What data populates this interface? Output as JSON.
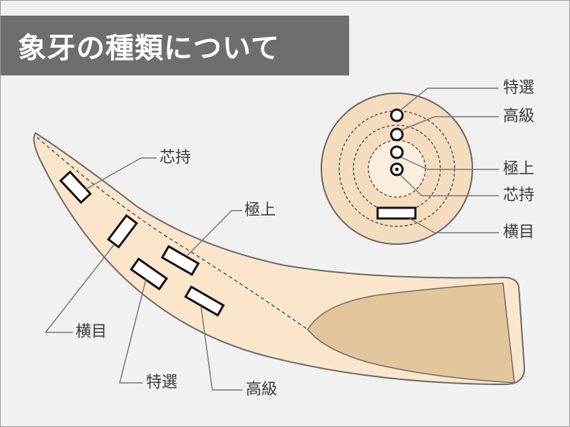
{
  "title": "象牙の種類について",
  "tusk_labels": {
    "shinmochi": "芯持",
    "gokujo": "極上",
    "yokome": "横目",
    "tokusen": "特選",
    "kokyu": "高級"
  },
  "cross_section_labels": {
    "tokusen": "特選",
    "kokyu": "高級",
    "gokujo": "極上",
    "shinmochi": "芯持",
    "yokome": "横目"
  },
  "colors": {
    "tusk_fill": "#fbe6cc",
    "tusk_stroke": "#6a6a6a",
    "cavity_fill": "#e3c59b",
    "cross_section_fill": "#f6dcbf",
    "title_bg": "#6e6e6e"
  }
}
